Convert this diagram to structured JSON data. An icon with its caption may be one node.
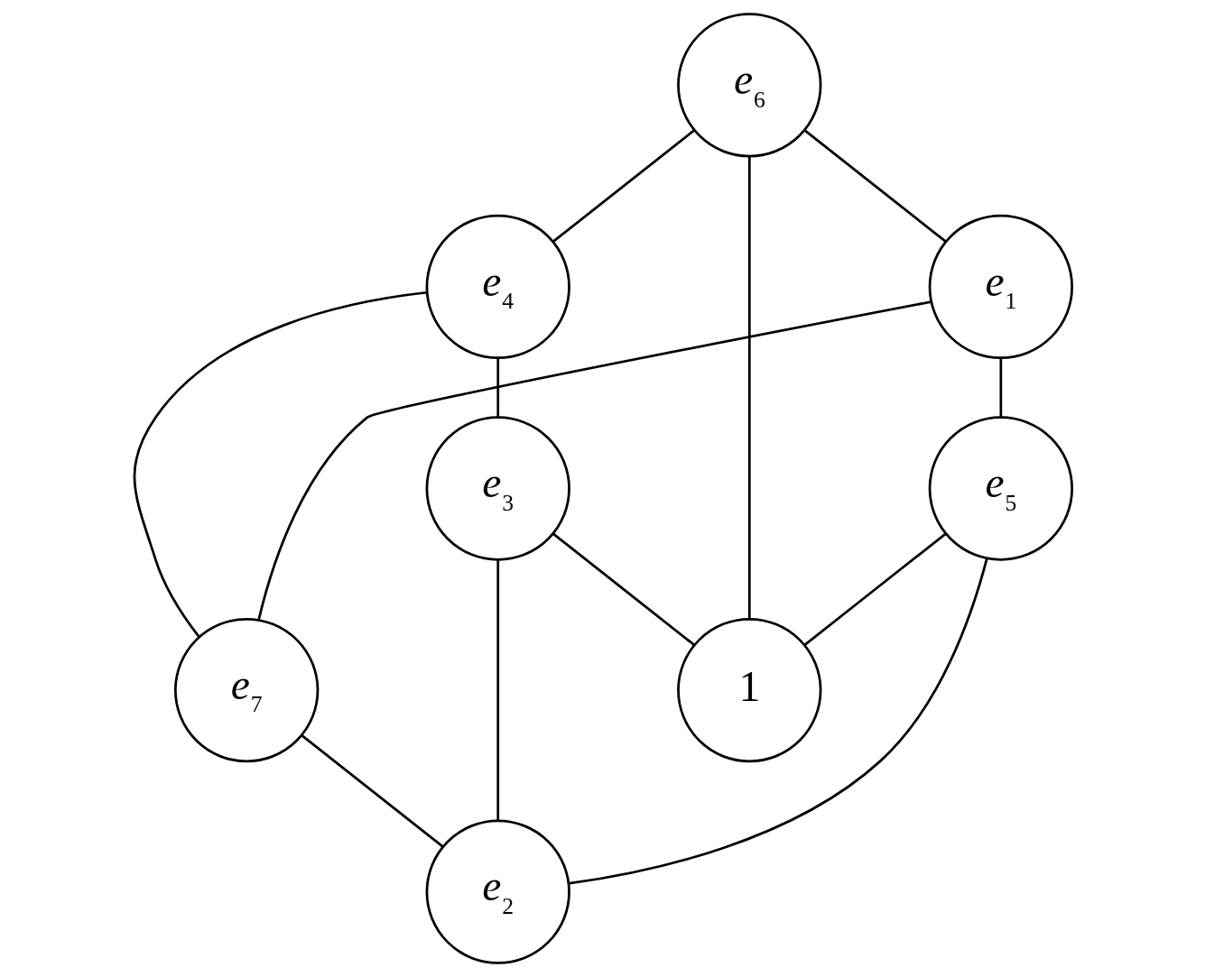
{
  "diagram": {
    "nodes": [
      {
        "text": [
          "*e*$_{6}$"
        ]
      },
      {
        "text": [
          "*e*$_{4}$"
        ]
      },
      {
        "text": [
          "*e*$_{1}$"
        ]
      },
      {
        "text": [
          "*e*$_{7}$"
        ]
      },
      {
        "text": [
          "1"
        ]
      },
      {
        "text": [
          "*e*$_{3}$"
        ]
      },
      {
        "text": [
          "*e*$_{5}$"
        ]
      },
      {
        "text": [
          "*e*$_{2}$"
        ]
      }
    ],
    "edges": [
      {
        "from": 1,
        "to": 0,
        "arrow": "none"
      },
      {
        "from": 0,
        "to": 2,
        "arrow": "none"
      },
      {
        "from": 0,
        "to": 4,
        "arrow": "none"
      },
      {
        "from": 1,
        "to": 3,
        "arrow": "none"
      },
      {
        "from": 3,
        "to": 2,
        "arrow": "none"
      },
      {
        "from": 1,
        "to": 5,
        "arrow": "none"
      },
      {
        "from": 2,
        "to": 6,
        "arrow": "none"
      },
      {
        "from": 3,
        "to": 7,
        "arrow": "none"
      },
      {
        "from": 5,
        "to": 4,
        "arrow": "none"
      },
      {
        "from": 4,
        "to": 6,
        "arrow": "none"
      },
      {
        "from": 5,
        "to": 7,
        "arrow": "none"
      },
      {
        "from": 7,
        "to": 6,
        "arrow": "none"
      }
    ]
  }
}
